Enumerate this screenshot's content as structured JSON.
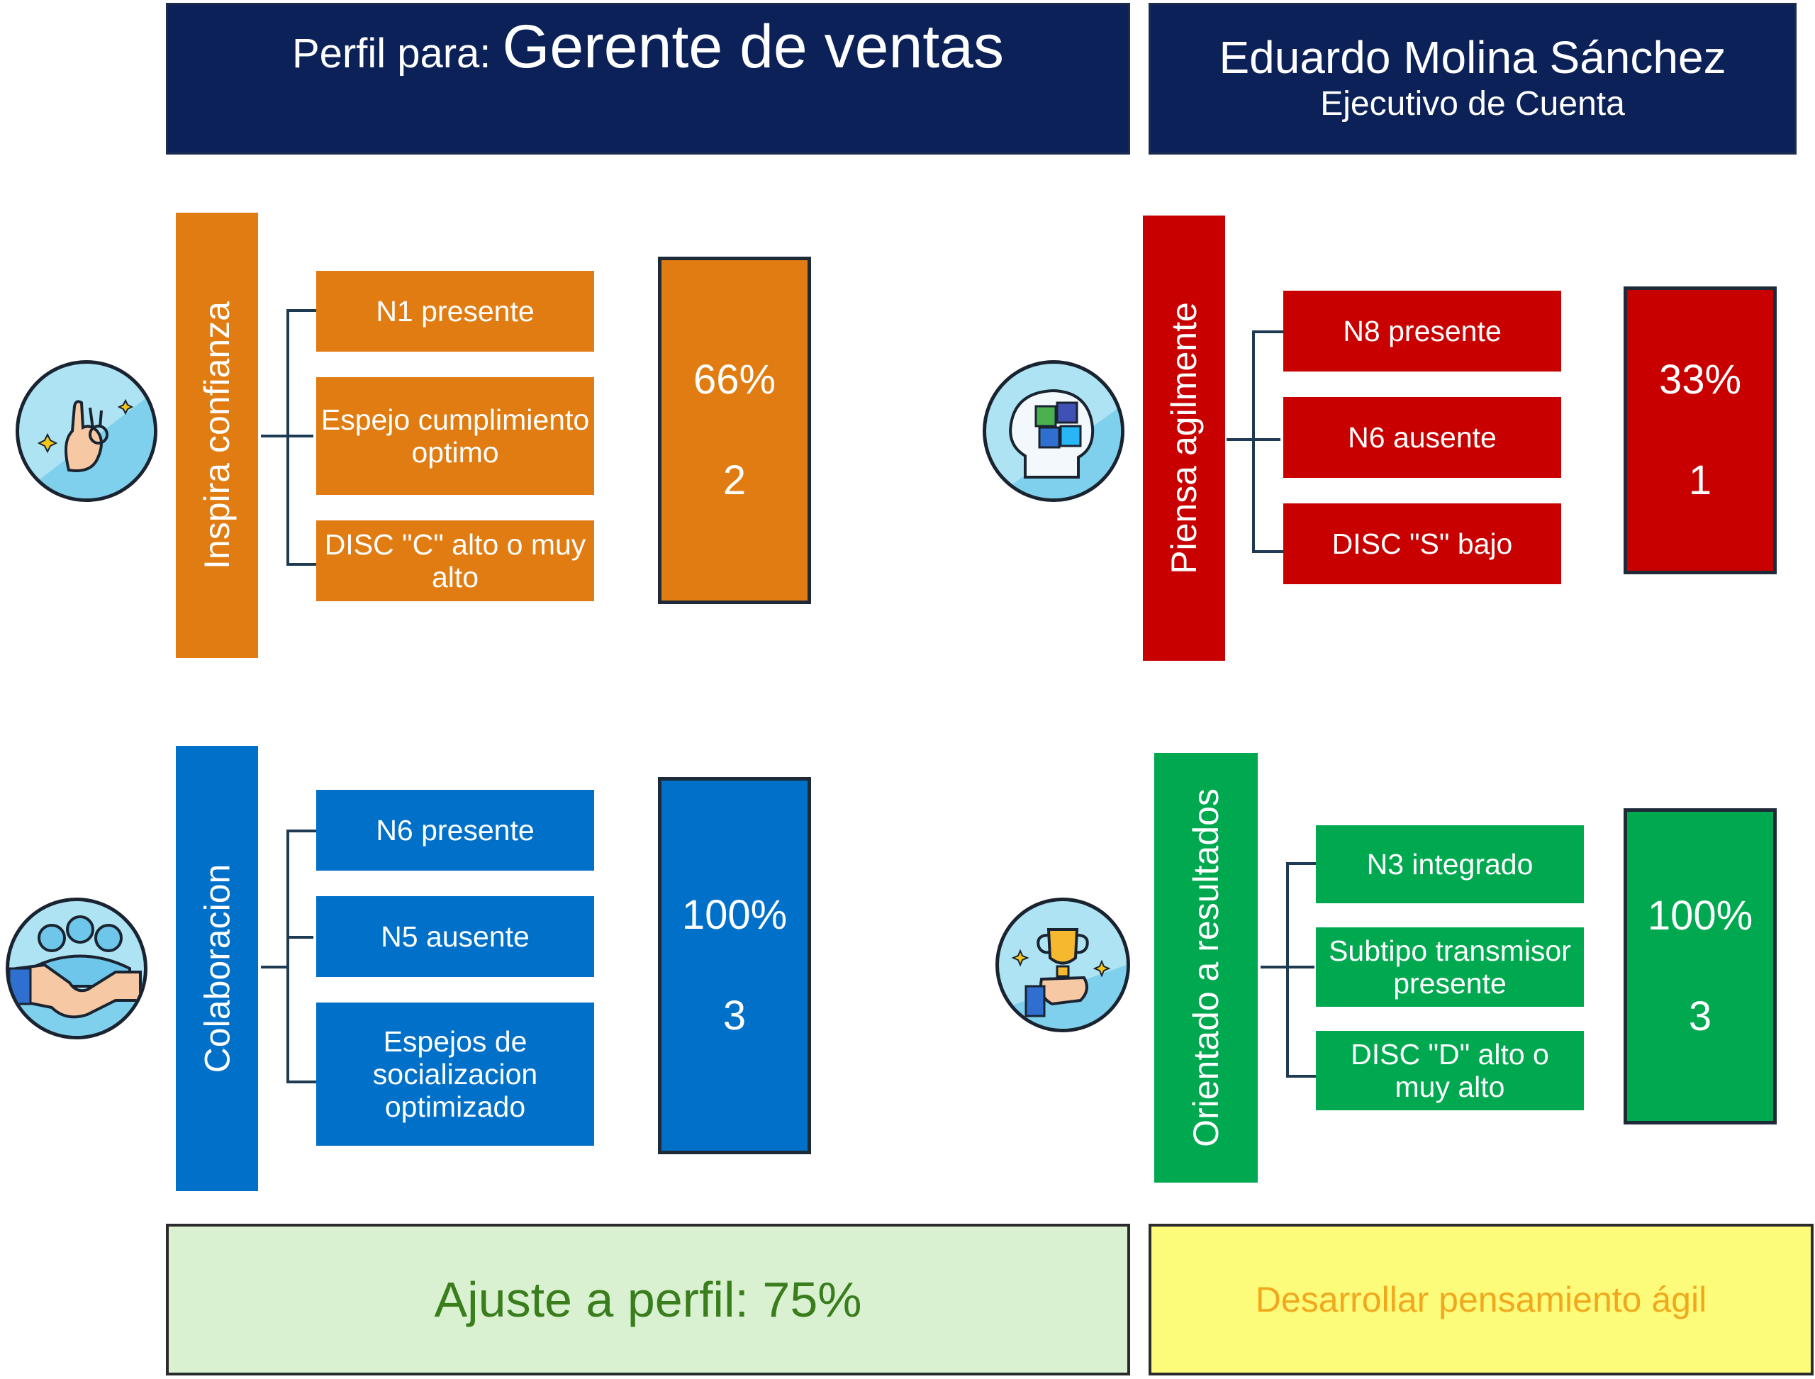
{
  "header": {
    "profile_prefix": "Perfil para:",
    "profile_role": "Gerente de ventas",
    "person_name": "Eduardo Molina Sánchez",
    "person_title": "Ejecutivo de Cuenta"
  },
  "colors": {
    "navy": "#0b2157",
    "orange": "#e07c11",
    "red": "#c80000",
    "blue": "#0070c8",
    "green": "#00a94f",
    "footer_green_bg": "#d9f1d1",
    "footer_yellow_bg": "#fcfc7a"
  },
  "competencies": [
    {
      "id": "inspira",
      "label": "Inspira confianza",
      "icon": "ok-hand-icon",
      "items": [
        "N1 presente",
        "Espejo cumplimiento optimo",
        "DISC \"C\" alto o muy alto"
      ],
      "percent": "66%",
      "count": "2"
    },
    {
      "id": "piensa",
      "label": "Piensa agilmente",
      "icon": "head-puzzle-icon",
      "items": [
        "N8 presente",
        "N6 ausente",
        "DISC \"S\" bajo"
      ],
      "percent": "33%",
      "count": "1"
    },
    {
      "id": "colabora",
      "label": "Colaboracion",
      "icon": "handshake-team-icon",
      "items": [
        "N6 presente",
        "N5 ausente",
        "Espejos de socializacion optimizado"
      ],
      "percent": "100%",
      "count": "3"
    },
    {
      "id": "orientado",
      "label": "Orientado a resultados",
      "icon": "trophy-hand-icon",
      "items": [
        "N3 integrado",
        "Subtipo transmisor presente",
        "DISC \"D\" alto o muy alto"
      ],
      "percent": "100%",
      "count": "3"
    }
  ],
  "footer": {
    "fit_text": "Ajuste a perfil: 75%",
    "recommendation": "Desarrollar pensamiento ágil"
  }
}
